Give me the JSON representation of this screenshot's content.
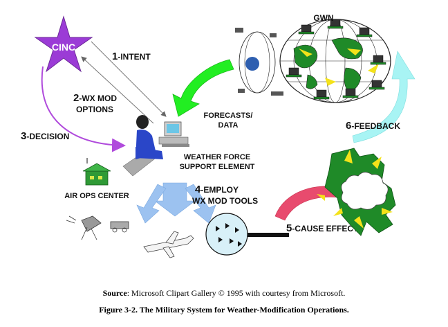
{
  "diagram": {
    "nodes": {
      "cinc": "CINC",
      "gwn": "GWN",
      "weather_force": [
        "WEATHER FORCE",
        "SUPPORT ELEMENT"
      ],
      "air_ops_center": "AIR OPS CENTER",
      "forecasts": [
        "FORECASTS/",
        "DATA"
      ]
    },
    "steps": {
      "intent_num": "1",
      "intent_text": "-INTENT",
      "options_num": "2",
      "options_text_1": "-WX MOD",
      "options_text_2": "OPTIONS",
      "decision_num": "3",
      "decision_text": "-DECISION",
      "employ_num": "4",
      "employ_text_1": "-EMPLOY",
      "employ_text_2": "WX MOD TOOLS",
      "cause_num": "5",
      "cause_text": "-CAUSE EFFECT",
      "feedback_num": "6",
      "feedback_text": "-FEEDBACK"
    },
    "colors": {
      "star": "#9b3bd6",
      "decision_arrow": "#b04bdc",
      "forecast_arrow": "#22ee22",
      "feedback_arrow": "#a8f4f4",
      "employ_arrow": "#9cc2f0",
      "cause_arrow": "#e84b6e",
      "globe": "#1f8a28",
      "tools_circle": "#d8f0f8"
    }
  },
  "caption": {
    "source_label": "Source",
    "source_text": ": Microsoft Clipart Gallery © 1995 with courtesy from Microsoft.",
    "figure": "Figure 3-2.  The Military System for Weather-Modification Operations."
  }
}
